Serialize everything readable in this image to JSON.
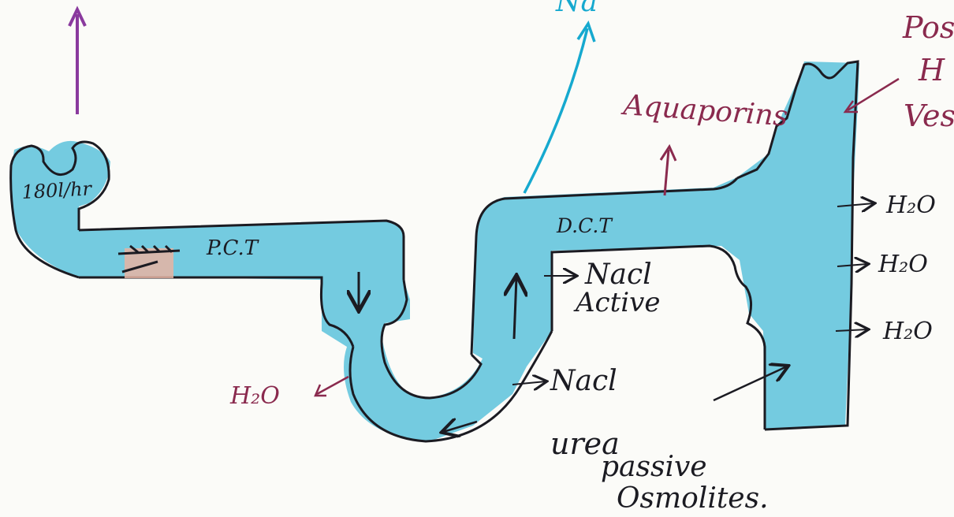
{
  "colors": {
    "paper": "#fbfbf8",
    "tubule_fill": "#5cc2dc",
    "outline": "#1b1b22",
    "maroon_ink": "#8a2a4e",
    "purple_arrow": "#8a3a9e",
    "cyan_arrow": "#16a9cf",
    "patch": "#e8b4a2"
  },
  "labels": {
    "glom": "180l/hr",
    "pct": "P.C.T",
    "dct": "D.C.T",
    "aquaporins": "Aquaporins",
    "h2o_left": "H₂O",
    "nacl_active": "Nacl",
    "active": "Active",
    "nacl_passive": "Nacl",
    "urea": "urea",
    "passive": "passive",
    "osmolites": "Osmolites.",
    "h2o_right_1": "H₂O",
    "h2o_right_2": "H₂O",
    "h2o_right_3": "H₂O",
    "posterior_partial": "Pos",
    "h_partial": "H",
    "ves_partial": "Ves",
    "na_partial": "Na"
  }
}
